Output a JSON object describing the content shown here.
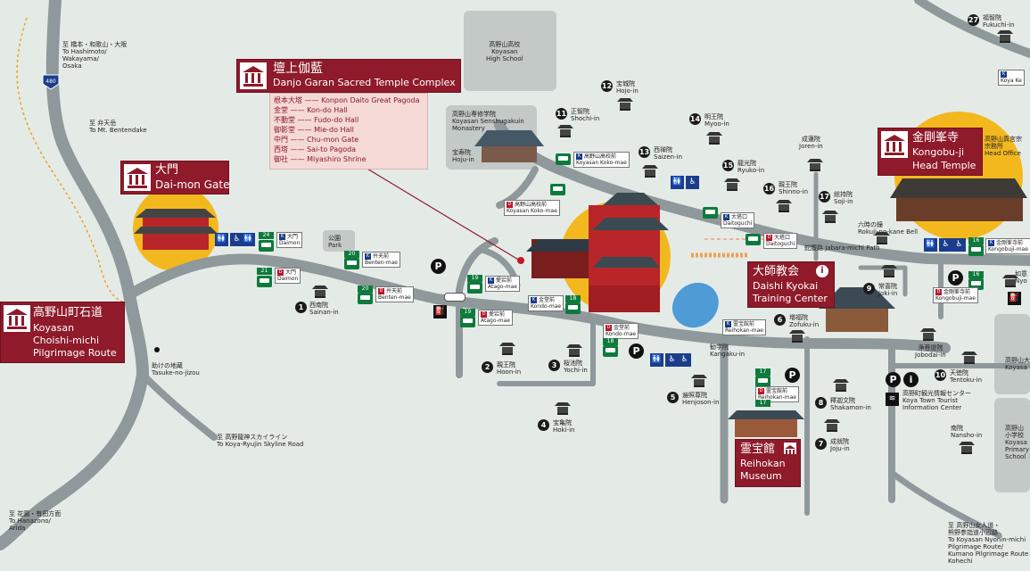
{
  "colors": {
    "road": "#8f989a",
    "banner": "#8e1a2a",
    "highlight": "#f4b81f",
    "bus": "#0f7a3d",
    "info": "#1c3d8c",
    "water": "#4e9bd6"
  },
  "banners": {
    "danjo": {
      "jp": "壇上伽藍",
      "en": "Danjo Garan Sacred Temple Complex"
    },
    "daimon": {
      "jp": "大門",
      "en": "Dai-mon Gate"
    },
    "choishi": {
      "jp": "高野山町石道",
      "en1": "Koyasan",
      "en2": "Choishi-michi",
      "en3": "Pilgrimage Route"
    },
    "kongobuji": {
      "jp": "金剛峯寺",
      "en1": "Kongobu-ji",
      "en2": "Head Temple"
    },
    "daishi": {
      "jp": "大師教会",
      "en1": "Daishi Kyokai",
      "en2": "Training Center"
    },
    "reihokan": {
      "jp": "霊宝館",
      "en1": "Reihokan",
      "en2": "Museum"
    }
  },
  "danjo_key": [
    {
      "jp": "根本大塔",
      "en": "Konpon Daito Great Pagoda"
    },
    {
      "jp": "金堂",
      "en": "Kon-do Hall"
    },
    {
      "jp": "不動堂",
      "en": "Fudo-do Hall"
    },
    {
      "jp": "御影堂",
      "en": "Mie-do Hall"
    },
    {
      "jp": "中門",
      "en": "Chu-mon Gate"
    },
    {
      "jp": "西塔",
      "en": "Sai-to Pagoda"
    },
    {
      "jp": "御社",
      "en": "Miyashiro Shrine"
    }
  ],
  "route_shield": "480",
  "directions": {
    "hashimoto": {
      "l1": "至 橋本・和歌山・大阪",
      "l2": "To Hashimoto/",
      "l3": "Wakayama/",
      "l4": "Osaka"
    },
    "bentendake": {
      "l1": "至 弁天岳",
      "l2": "To Mt. Bentendake"
    },
    "tasuke": {
      "l1": "助けの地蔵",
      "l2": "Tasuke-no-jizou"
    },
    "ryujin": {
      "l1": "至 高野龍神スカイライン",
      "l2": "To Koya-Ryujin Skyline Road"
    },
    "hanazono": {
      "l1": "至 花園・有田方面",
      "l2": "To Hanazono/",
      "l3": "Arida"
    },
    "nyonin": {
      "l1": "至 高野山女人道・",
      "l2": "熊野参詣道小辺路",
      "l3": "To Koyasan Nyonin-michi",
      "l4": "Pilgrimage Route/",
      "l5": "Kumano Pilgrimage Route",
      "l6": "Kohechi"
    }
  },
  "places": {
    "high_school": {
      "l1": "高野山高校",
      "l2": "Koyasan",
      "l3": "High School"
    },
    "senshugakuin": {
      "l1": "高野山専修学院",
      "l2": "Koyasan Senshugakuin",
      "l3": "Monastery"
    },
    "hojuin": {
      "l1": "宝寿院",
      "l2": "Hoju-in"
    },
    "park": {
      "l1": "公園",
      "l2": "Park"
    },
    "joren": {
      "l1": "成蓮院",
      "l2": "Joren-in"
    },
    "rokuji": {
      "l1": "六時の鐘",
      "l2": "Rokuji-no-kane Bell"
    },
    "jabara": {
      "l1": "蛇腹路 Jabara-michi Path"
    },
    "kangaku": {
      "l1": "勧学院",
      "l2": "Kangaku-in"
    },
    "jobodai": {
      "l1": "浄菩提院",
      "l2": "Jobodai-in"
    },
    "nansho": {
      "l1": "南院",
      "l2": "Nansho-in"
    },
    "info_center": {
      "l1": "高野町観光情報センター",
      "l2": "Koya Town Tourist",
      "l3": "Information Center"
    },
    "head_office": {
      "l1": "高野山真言宗",
      "l2": "宗務所",
      "l3": "Head Office"
    },
    "fukuchi": {
      "num": "27",
      "l1": "福智院",
      "l2": "Fukuchi-in"
    },
    "koyasan_r": {
      "l1": "高野山大",
      "l2": "Koyasa"
    },
    "primary": {
      "l1": "高野山",
      "l2": "小学校",
      "l3": "Koyasa",
      "l4": "Primary",
      "l5": "School"
    },
    "nyo_r": {
      "l1": "如意",
      "l2": "Nyo"
    }
  },
  "temples": [
    {
      "num": "1",
      "jp": "西南院",
      "en": "Sainan-in"
    },
    {
      "num": "2",
      "jp": "親王院",
      "en": "Hoon-in"
    },
    {
      "num": "3",
      "jp": "桜池院",
      "en": "Yochi-in"
    },
    {
      "num": "4",
      "jp": "宝亀院",
      "en": "Hoki-in"
    },
    {
      "num": "5",
      "jp": "遍照尊院",
      "en": "Henjoson-in"
    },
    {
      "num": "6",
      "jp": "増福院",
      "en": "Zofuku-in"
    },
    {
      "num": "7",
      "jp": "成就院",
      "en": "Joju-in"
    },
    {
      "num": "8",
      "jp": "釋迦文院",
      "en": "Shakamon-in"
    },
    {
      "num": "9",
      "jp": "常喜院",
      "en": "Joki-in"
    },
    {
      "num": "10",
      "jp": "天徳院",
      "en": "Tentoku-in"
    },
    {
      "num": "11",
      "jp": "正智院",
      "en": "Shochi-in"
    },
    {
      "num": "12",
      "jp": "宝城院",
      "en": "Hojo-in"
    },
    {
      "num": "13",
      "jp": "西禅院",
      "en": "Saizen-in"
    },
    {
      "num": "14",
      "jp": "明王院",
      "en": "Myoo-in"
    },
    {
      "num": "15",
      "jp": "龍光院",
      "en": "Ryuko-in"
    },
    {
      "num": "16",
      "jp": "親王院",
      "en": "Shinno-in"
    },
    {
      "num": "17",
      "jp": "総持院",
      "en": "Soji-in"
    }
  ],
  "bus_stops": {
    "daimon_k": {
      "jp": "大門",
      "en": "Daimon",
      "code": "K",
      "bus": "24"
    },
    "daimon_d": {
      "jp": "大門",
      "en": "Daimon",
      "code": "D",
      "bus": "21"
    },
    "benten_k": {
      "jp": "弁天前",
      "en": "Benten-mae",
      "code": "K",
      "bus": "20"
    },
    "benten_d": {
      "jp": "弁天前",
      "en": "Benten-mae",
      "code": "D",
      "bus": "20"
    },
    "atago_k": {
      "jp": "愛宕前",
      "en": "Atago-mae",
      "code": "K",
      "bus": "19"
    },
    "atago_d": {
      "jp": "愛宕前",
      "en": "Atago-mae",
      "code": "D",
      "bus": "19"
    },
    "kondo_k": {
      "jp": "金堂前",
      "en": "Kondo-mae",
      "code": "K",
      "bus": "18"
    },
    "kondo_d": {
      "jp": "金堂前",
      "en": "Kondo-mae",
      "code": "D",
      "bus": "18"
    },
    "koko_k": {
      "jp": "高野山高校前",
      "en": "Koyasan Koko-mae",
      "code": "K"
    },
    "koko_d": {
      "jp": "高野山高校前",
      "en": "Koyasan Koko-mae",
      "code": "D"
    },
    "daitoguchi_k": {
      "jp": "大塔口",
      "en": "Daitoguchi",
      "code": "K"
    },
    "daitoguchi_d": {
      "jp": "大塔口",
      "en": "Daitoguchi",
      "code": "D"
    },
    "reihokan_k": {
      "jp": "霊宝館前",
      "en": "Reihokan-mae",
      "code": "K",
      "bus": "17"
    },
    "reihokan_d": {
      "jp": "霊宝館前",
      "en": "Reihokan-mae",
      "code": "D",
      "bus": "17"
    },
    "kongobuji_k": {
      "jp": "金剛峯寺前",
      "en": "Kongobuji-mae",
      "code": "K",
      "bus": "16"
    },
    "kongobuji_d": {
      "jp": "金剛峯寺前",
      "en": "Kongobuji-mae",
      "code": "D",
      "bus": "16"
    },
    "koya_k": {
      "en": "Koya Ke",
      "code": "K"
    }
  },
  "facility_icons": {
    "parking": "P",
    "info": "i",
    "toilet": "toilet-icon",
    "wheelchair": "wheelchair-icon",
    "bus": "bus-icon",
    "gas": "fuel-icon"
  }
}
